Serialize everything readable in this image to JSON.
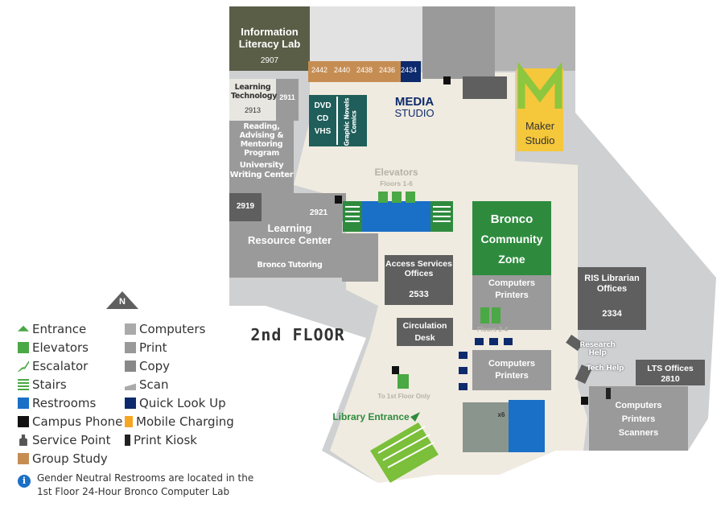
{
  "floor_title": "2nd FLOOR",
  "rooms": {
    "info_lit_title": "Information Literacy Lab",
    "info_lit_num": "2907",
    "learning_tech_title": "Learning Technology",
    "learning_tech_num": "2913",
    "room_2911": "2911",
    "reading_advising": "Reading, Advising & Mentoring Program",
    "writing_center": "University Writing Center",
    "room_2919": "2919",
    "room_2921": "2921",
    "lrc_title": "Learning Resource Center",
    "lrc_sub": "Bronco Tutoring",
    "group_rooms": [
      "2442",
      "2440",
      "2438",
      "2436",
      "2434"
    ],
    "dvd": "DVD",
    "cd": "CD",
    "vhs": "VHS",
    "graphic_novels": "Graphic Novels Comics",
    "media_studio_1": "MEDIA",
    "media_studio_2": "STUDIO",
    "maker_1": "Maker",
    "maker_2": "Studio",
    "elevators_title": "Elevators",
    "elevators_sub": "Floors 1-6",
    "bcz_1": "Bronco",
    "bcz_2": "Community",
    "bcz_3": "Zone",
    "access_services": "Access Services Offices",
    "access_num": "2533",
    "comp_printers_1a": "Computers",
    "comp_printers_1b": "Printers",
    "elev_floors_2_4": "Floors 2-4",
    "ris_title": "RIS Librarian Offices",
    "ris_num": "2334",
    "circulation_1": "Circulation",
    "circulation_2": "Desk",
    "comp_printers_2a": "Computers",
    "comp_printers_2b": "Printers",
    "research_help": "Research Help",
    "tech_help": "Tech Help",
    "lts_title": "LTS Offices",
    "lts_num": "2810",
    "to_first_floor": "To 1st Floor Only",
    "library_entrance": "Library Entrance",
    "qlu_count": "x6",
    "cps_1": "Computers",
    "cps_2": "Printers",
    "cps_3": "Scanners"
  },
  "compass": "N",
  "legend": {
    "col1": [
      "Entrance",
      "Elevators",
      "Escalator",
      "Stairs",
      "Restrooms",
      "Campus Phone",
      "Service Point",
      "Group Study"
    ],
    "col2": [
      "Computers",
      "Print",
      "Copy",
      "Scan",
      "Quick Look Up",
      "Mobile Charging",
      "Print Kiosk"
    ],
    "note": "Gender Neutral Restrooms are located in the 1st Floor 24-Hour Bronco Computer Lab"
  },
  "colors": {
    "olive": "#5a5e47",
    "teal": "#1f5e5a",
    "navy": "#0d2a6c",
    "green": "#2e8b3e",
    "blue": "#1a6fc7",
    "yellow": "#f5c73b",
    "tan": "#c68d53",
    "gray": "#9a9a9a",
    "dark_gray": "#5f5f5f",
    "floor": "#f0ebe0"
  }
}
